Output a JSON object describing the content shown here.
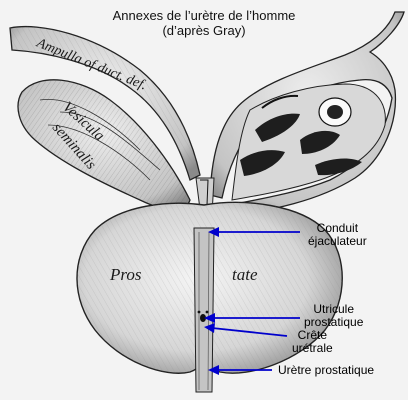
{
  "title": {
    "line1": "Annexes de l’urètre de l’homme",
    "line2": "(d’après Gray)"
  },
  "engraved_labels": {
    "ampulla": "Ampulla of duct. def.",
    "vesicula": "Vesicula",
    "seminalis": "seminalis",
    "pros": "Pros",
    "tate": "tate"
  },
  "annotations": {
    "conduit": {
      "line1": "Conduit",
      "line2": "éjaculateur"
    },
    "utricule": {
      "line1": "Utricule",
      "line2": "prostatique"
    },
    "crete": {
      "line1": "Crête",
      "line2": "urétrale"
    },
    "uretre": {
      "line1": "Urètre prostatique"
    }
  },
  "colors": {
    "background": "#f3f3f3",
    "arrow": "#0000cc",
    "ink": "#1a1a1a"
  }
}
